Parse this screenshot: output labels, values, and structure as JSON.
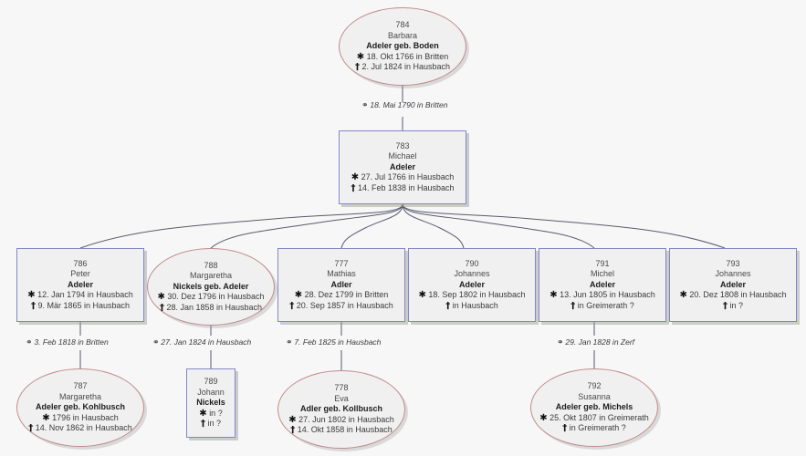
{
  "diagram": {
    "kind": "genealogy-descendant-chart",
    "background_color": "#f7f7f7",
    "box_border_color": "#8287c6",
    "ellipse_border_color": "#c08a8a",
    "node_fill_color": "#f0f0f0",
    "edge_color": "#5a5a6e",
    "symbols": {
      "birth": "✱",
      "death": "†",
      "marriage": "⚭"
    }
  },
  "persons": [
    {
      "id": "784",
      "given": "Barbara",
      "surname": "Adeler geb. Boden",
      "shape": "ellipse",
      "birth": "18. Okt 1766 in Britten",
      "death": "2. Jul 1824 in Hausbach"
    },
    {
      "id": "783",
      "given": "Michael",
      "surname": "Adeler",
      "shape": "box",
      "birth": "27. Jul 1766 in Hausbach",
      "death": "14. Feb 1838 in Hausbach"
    },
    {
      "id": "786",
      "given": "Peter",
      "surname": "Adeler",
      "shape": "box",
      "birth": "12. Jan 1794 in Hausbach",
      "death": "9. Mär 1865 in Hausbach"
    },
    {
      "id": "788",
      "given": "Margaretha",
      "surname": "Nickels geb. Adeler",
      "shape": "ellipse",
      "birth": "30. Dez 1796 in Hausbach",
      "death": "28. Jan 1858 in Hausbach"
    },
    {
      "id": "777",
      "given": "Mathias",
      "surname": "Adler",
      "shape": "box",
      "birth": "28. Dez 1799 in Britten",
      "death": "20. Sep 1857 in Hausbach"
    },
    {
      "id": "790",
      "given": "Johannes",
      "surname": "Adeler",
      "shape": "box",
      "birth": "18. Sep 1802 in Hausbach",
      "death": "in Hausbach"
    },
    {
      "id": "791",
      "given": "Michel",
      "surname": "Adeler",
      "shape": "box",
      "birth": "13. Jun 1805 in Hausbach",
      "death": "in Greimerath ?"
    },
    {
      "id": "793",
      "given": "Johannes",
      "surname": "Adeler",
      "shape": "box",
      "birth": "20. Dez 1808 in Hausbach",
      "death": "in ?"
    },
    {
      "id": "787",
      "given": "Margaretha",
      "surname": "Adeler geb. Kohlbusch",
      "shape": "ellipse",
      "birth": "1796 in Hausbach",
      "death": "14. Nov 1862 in Hausbach"
    },
    {
      "id": "789",
      "given": "Johann",
      "surname": "Nickels",
      "shape": "box",
      "birth": "in ?",
      "death": "in ?"
    },
    {
      "id": "778",
      "given": "Eva",
      "surname": "Adler geb. Kollbusch",
      "shape": "ellipse",
      "birth": "27. Jun 1802 in Hausbach",
      "death": "14. Okt 1858 in Hausbach"
    },
    {
      "id": "792",
      "given": "Susanna",
      "surname": "Adeler geb. Michels",
      "shape": "ellipse",
      "birth": "25. Okt 1807 in Greimerath",
      "death": "in Greimerath ?"
    }
  ],
  "marriages": [
    {
      "key": "m_784_783",
      "text": "18. Mai 1790 in Britten"
    },
    {
      "key": "m_786_787",
      "text": "3. Feb 1818 in Britten"
    },
    {
      "key": "m_788_789",
      "text": "27. Jan 1824 in Hausbach"
    },
    {
      "key": "m_777_778",
      "text": "7. Feb 1825 in Hausbach"
    },
    {
      "key": "m_791_792",
      "text": "29. Jan 1828 in Zerf"
    }
  ]
}
